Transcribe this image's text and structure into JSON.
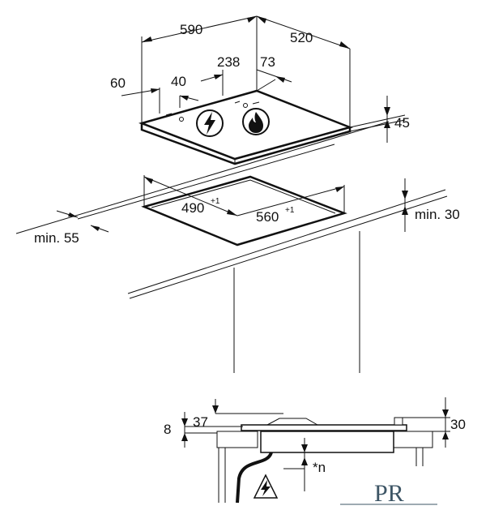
{
  "dimensions": {
    "width_total": "590",
    "depth_total": "520",
    "offset_238": "238",
    "offset_73": "73",
    "offset_60": "60",
    "offset_40": "40",
    "height_45": "45",
    "cutout_depth": "490",
    "cutout_depth_tol": "+1",
    "cutout_width": "560",
    "cutout_width_tol": "+1",
    "min_front": "min. 55",
    "min_side": "min. 30",
    "section_8": "8",
    "section_37": "37",
    "section_30": "30",
    "section_note": "*n"
  },
  "icons": {
    "electric": "lightning-bolt-icon",
    "gas": "gas-flame-icon",
    "warning": "electrical-warning-icon",
    "watermark": "PR"
  }
}
